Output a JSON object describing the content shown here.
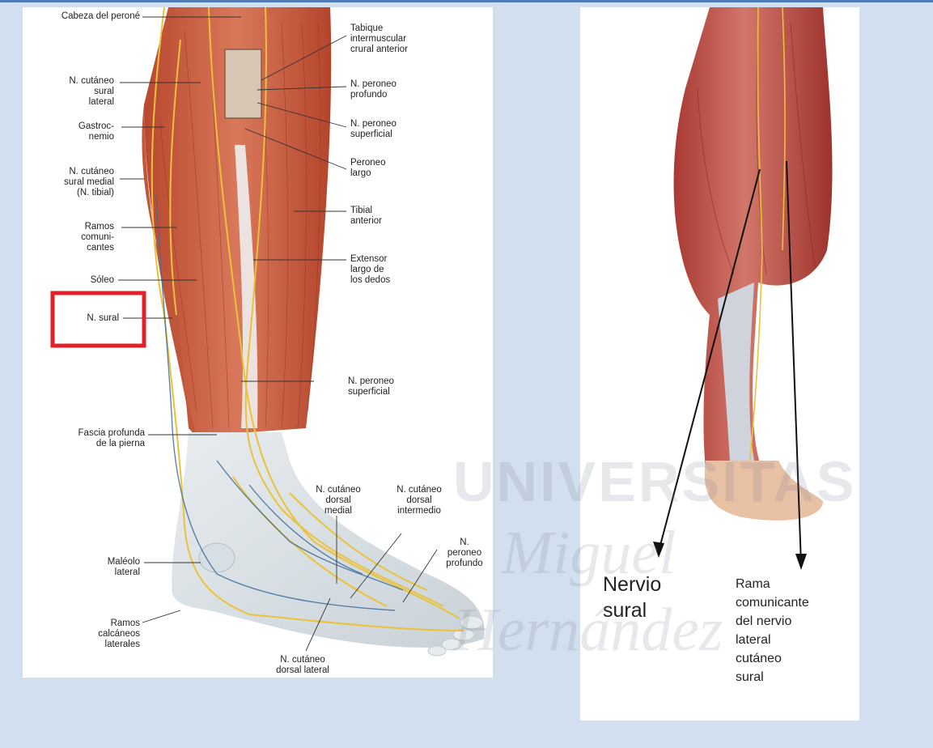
{
  "left_figure": {
    "labels_left": {
      "cabeza": "Cabeza del peroné",
      "cutaneo_lateral": "N. cutáneo\nsural\nlateral",
      "gastrocnemio": "Gastroc-\nnemio",
      "cutaneo_medial": "N. cutáneo\nsural medial\n(N. tibial)",
      "ramos_comunicantes": "Ramos\ncomuni-\ncantes",
      "soleo": "Sóleo",
      "n_sural": "N. sural",
      "fascia": "Fascia profunda\nde la pierna",
      "maleolo": "Maléolo\nlateral",
      "ramos_calcaneos": "Ramos\ncalcáneos\nlaterales"
    },
    "labels_right": {
      "tabique": "Tabique\nintermuscular\ncrural anterior",
      "peroneo_profundo": "N. peroneo\nprofundo",
      "peroneo_superficial": "N. peroneo\nsuperficial",
      "peroneo_largo": "Peroneo\nlargo",
      "tibial_anterior": "Tibial\nanterior",
      "extensor": "Extensor\nlargo de\nlos dedos",
      "peroneo_superficial_2": "N. peroneo\nsuperficial"
    },
    "labels_foot": {
      "dorsal_medial": "N. cutáneo\ndorsal\nmedial",
      "dorsal_intermedio": "N. cutáneo\ndorsal\nintermedio",
      "peroneo_profundo_pie": "N.\nperoneo\nprofundo",
      "dorsal_lateral": "N. cutáneo\ndorsal lateral"
    },
    "highlight_color": "#e0202a"
  },
  "right_figure": {
    "nervio_sural": "Nervio\nsural",
    "rama_comunicante": "Rama\ncomunicante\ndel nervio\nlateral\ncutáneo\nsural"
  },
  "watermark": {
    "line1": "UNIVERSITAS",
    "line2": "Miguel",
    "line3": "Hernández"
  }
}
